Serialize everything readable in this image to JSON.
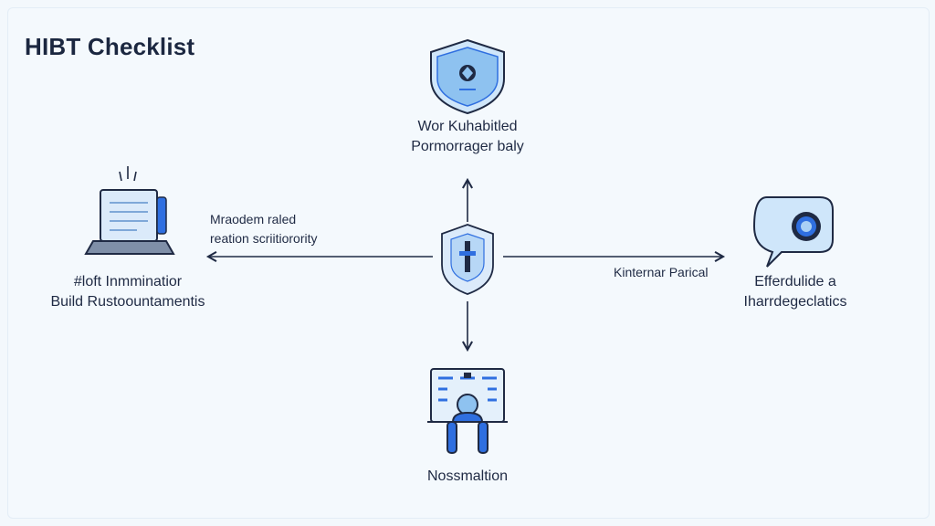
{
  "title": "HIBT Checklist",
  "nodes": {
    "top": {
      "line1": "Wor Kuhabitled",
      "line2": "Pormorrager baly",
      "icon": "shield-icon"
    },
    "left": {
      "line1": "#loft Inmminatior",
      "line2": "Build Rustoountamentis",
      "icon": "document-laptop-icon"
    },
    "right": {
      "line1": "Efferdulide a",
      "line2": "Iharrdegeclatics",
      "icon": "chat-bubble-icon"
    },
    "bottom": {
      "line1": "Nossmaltion",
      "icon": "user-workstation-icon"
    },
    "center": {
      "icon": "shield-hub-icon"
    }
  },
  "edges": {
    "left_label_line1": "Mraodem raled",
    "left_label_line2": "reation scriitiorority",
    "right_label": "Kinternar Parical"
  },
  "colors": {
    "accent": "#2f6fe0",
    "accent_light": "#a9d0f5",
    "navy": "#1f2a44",
    "background": "#f3f8fc"
  }
}
